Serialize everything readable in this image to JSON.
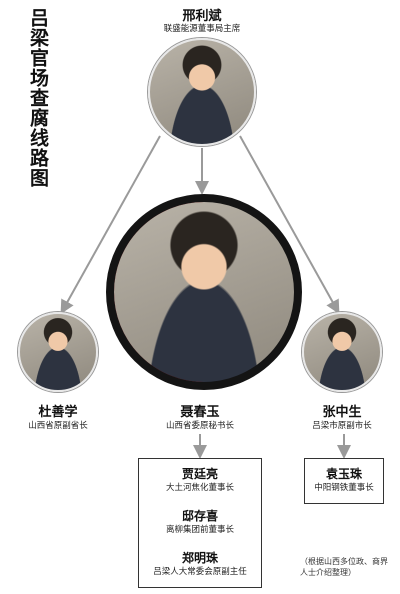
{
  "title": "吕梁官场查腐线路图",
  "people": {
    "top": {
      "name": "邢利斌",
      "role": "联盛能源董事局主席"
    },
    "main": {
      "name": "聂春玉",
      "role": "山西省委原秘书长"
    },
    "left": {
      "name": "杜善学",
      "role": "山西省原副省长"
    },
    "right": {
      "name": "张中生",
      "role": "吕梁市原副市长"
    }
  },
  "main_subordinates": [
    {
      "name": "贾廷亮",
      "role": "大土河焦化董事长"
    },
    {
      "name": "邸存喜",
      "role": "离柳集团前董事长"
    },
    {
      "name": "郑明珠",
      "role": "吕梁人大常委会原副主任"
    }
  ],
  "right_subordinates": [
    {
      "name": "袁玉珠",
      "role": "中阳钢铁董事长"
    }
  ],
  "source_note": "（根据山西多位政、商界人士介绍整理）",
  "colors": {
    "accent_red": "#a61d24",
    "line_gray": "#9a9a9a"
  }
}
